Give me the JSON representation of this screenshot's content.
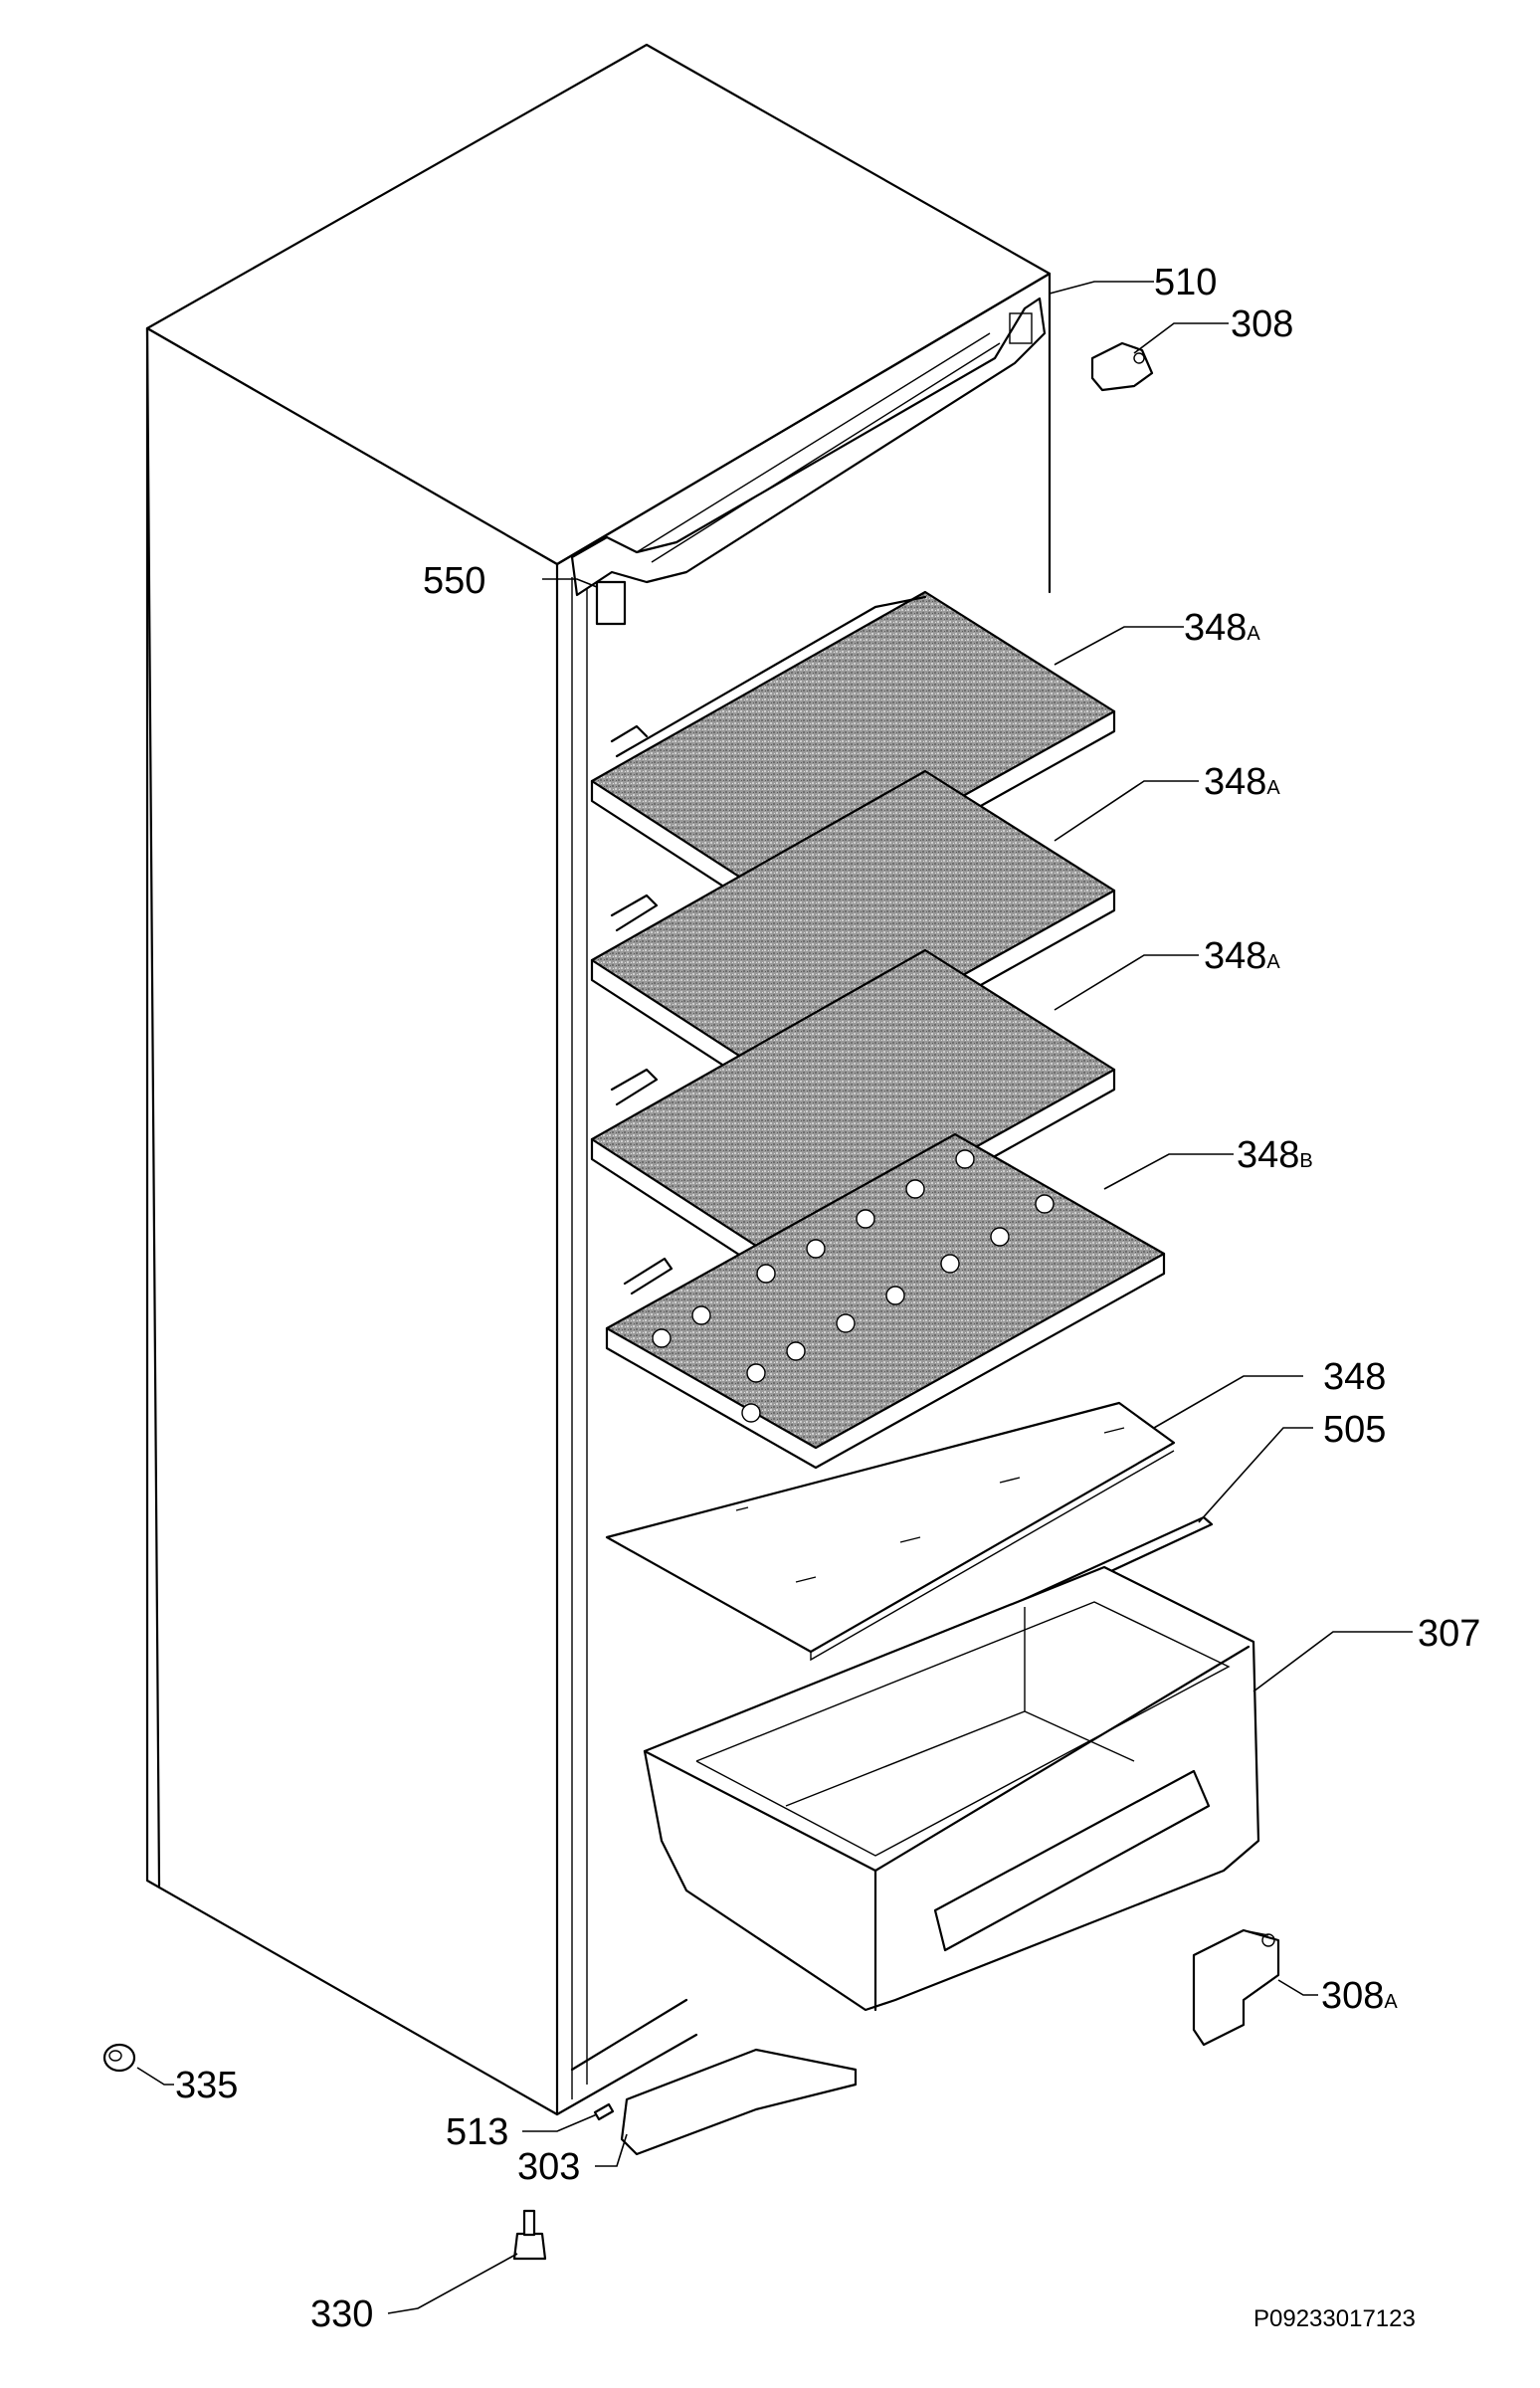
{
  "diagram": {
    "drawing_code": "P09233017123",
    "labels": [
      {
        "id": "510",
        "text": "510"
      },
      {
        "id": "308",
        "text": "308"
      },
      {
        "id": "550",
        "text": "550"
      },
      {
        "id": "348a1",
        "text": "348",
        "sub": "A"
      },
      {
        "id": "348a2",
        "text": "348",
        "sub": "A"
      },
      {
        "id": "348a3",
        "text": "348",
        "sub": "A"
      },
      {
        "id": "348b",
        "text": "348",
        "sub": "B"
      },
      {
        "id": "348",
        "text": "348"
      },
      {
        "id": "505",
        "text": "505"
      },
      {
        "id": "307",
        "text": "307"
      },
      {
        "id": "308a",
        "text": "308",
        "sub": "A"
      },
      {
        "id": "335",
        "text": "335"
      },
      {
        "id": "513",
        "text": "513"
      },
      {
        "id": "303",
        "text": "303"
      },
      {
        "id": "330",
        "text": "330"
      }
    ]
  }
}
